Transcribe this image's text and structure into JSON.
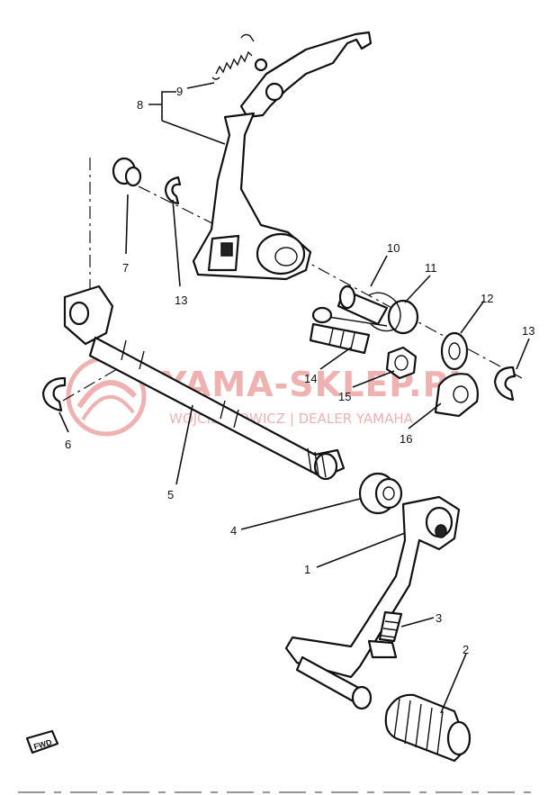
{
  "callouts": [
    {
      "id": "1",
      "label": "1"
    },
    {
      "id": "2",
      "label": "2"
    },
    {
      "id": "3",
      "label": "3"
    },
    {
      "id": "4",
      "label": "4"
    },
    {
      "id": "5",
      "label": "5"
    },
    {
      "id": "6",
      "label": "6"
    },
    {
      "id": "7",
      "label": "7"
    },
    {
      "id": "8",
      "label": "8"
    },
    {
      "id": "9",
      "label": "9"
    },
    {
      "id": "10",
      "label": "10"
    },
    {
      "id": "11",
      "label": "11"
    },
    {
      "id": "12",
      "label": "12"
    },
    {
      "id": "13a",
      "label": "13"
    },
    {
      "id": "13b",
      "label": "13"
    },
    {
      "id": "14",
      "label": "14"
    },
    {
      "id": "15",
      "label": "15"
    },
    {
      "id": "16",
      "label": "16"
    }
  ],
  "watermark": {
    "title": "YAMA-SKLEP.PL",
    "subtitle": "WOJCIECHOWICZ | DEALER YAMAHA",
    "color": "#e57373"
  },
  "fwd_label": "FWD"
}
